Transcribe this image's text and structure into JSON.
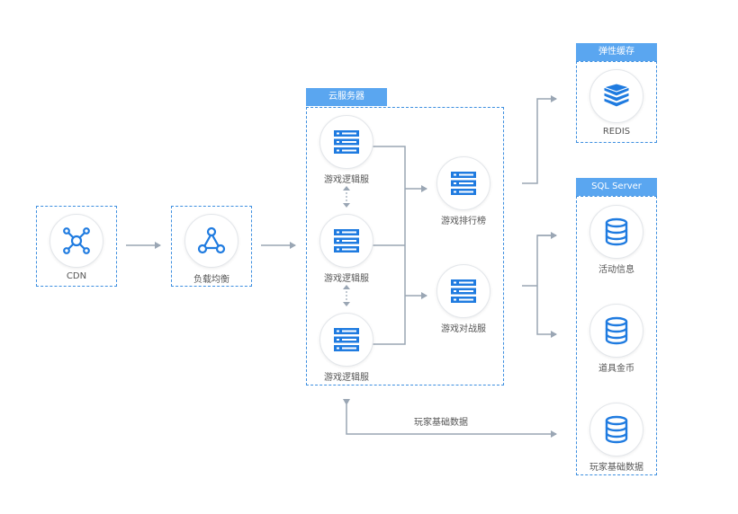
{
  "colors": {
    "accent": "#1f7be0",
    "tag_bg": "#5aa6f0",
    "wire": "#9aa6b4"
  },
  "cdn": {
    "label": "CDN",
    "icon": "network-hub-icon"
  },
  "load_balancer": {
    "label": "负载均衡",
    "icon": "triangle-nodes-icon"
  },
  "cloud_server": {
    "title": "云服务器",
    "logic_servers": [
      {
        "label": "游戏逻辑服",
        "icon": "server-icon"
      },
      {
        "label": "游戏逻辑服",
        "icon": "server-icon"
      },
      {
        "label": "游戏逻辑服",
        "icon": "server-icon"
      }
    ],
    "ranking": {
      "label": "游戏排行榜",
      "icon": "server-icon"
    },
    "battle": {
      "label": "游戏对战服",
      "icon": "server-icon"
    }
  },
  "redis_group": {
    "title": "弹性缓存",
    "node": {
      "label": "REDIS",
      "icon": "stack-layers-icon"
    }
  },
  "sql_group": {
    "title": "SQL Server",
    "nodes": [
      {
        "label": "活动信息",
        "icon": "database-icon"
      },
      {
        "label": "道具金币",
        "icon": "database-icon"
      },
      {
        "label": "玩家基础数据",
        "icon": "database-icon"
      }
    ]
  },
  "bottom_link_label": "玩家基础数据"
}
